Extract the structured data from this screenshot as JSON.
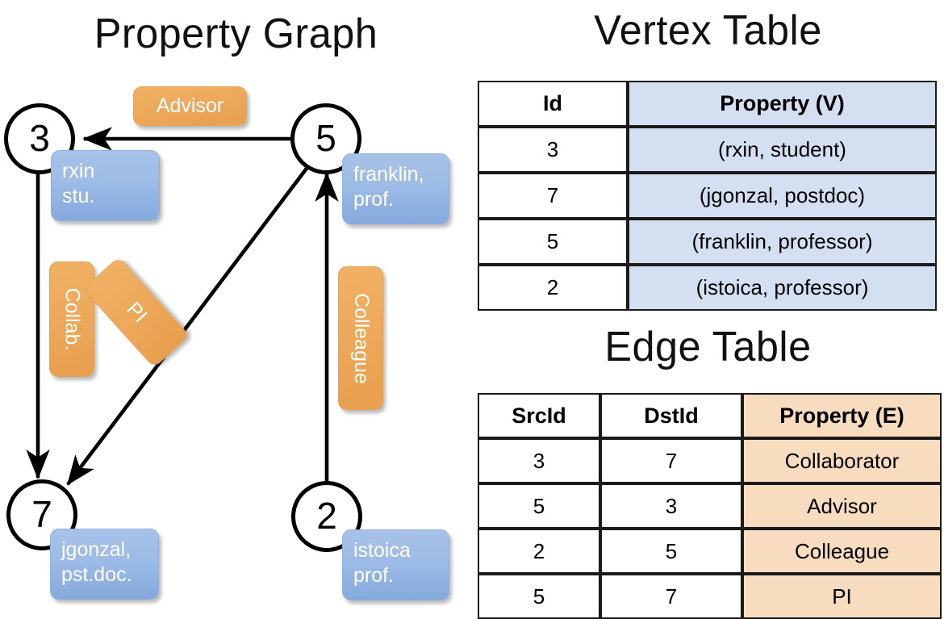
{
  "titles": {
    "property_graph": "Property Graph",
    "vertex_table": "Vertex Table",
    "edge_table": "Edge Table"
  },
  "graph": {
    "nodes": [
      {
        "id": "3",
        "property": "rxin\nstu."
      },
      {
        "id": "5",
        "property": "franklin,\nprof."
      },
      {
        "id": "7",
        "property": "jgonzal,\npst.doc."
      },
      {
        "id": "2",
        "property": "istoica\nprof."
      }
    ],
    "edge_labels": [
      {
        "name": "advisor",
        "text": "Advisor"
      },
      {
        "name": "collab",
        "text": "Collab."
      },
      {
        "name": "pi",
        "text": "PI"
      },
      {
        "name": "colleague",
        "text": "Colleague"
      }
    ]
  },
  "vertex_table": {
    "headers": [
      "Id",
      "Property (V)"
    ],
    "rows": [
      [
        "3",
        "(rxin, student)"
      ],
      [
        "7",
        "(jgonzal, postdoc)"
      ],
      [
        "5",
        "(franklin, professor)"
      ],
      [
        "2",
        "(istoica, professor)"
      ]
    ]
  },
  "edge_table": {
    "headers": [
      "SrcId",
      "DstId",
      "Property (E)"
    ],
    "rows": [
      [
        "3",
        "7",
        "Collaborator"
      ],
      [
        "5",
        "3",
        "Advisor"
      ],
      [
        "2",
        "5",
        "Colleague"
      ],
      [
        "5",
        "7",
        "PI"
      ]
    ]
  },
  "colors": {
    "vertex_box": "#9dbbe6",
    "edge_box": "#eeaa5c",
    "vertex_table_fill": "#d4e0f2",
    "edge_table_fill": "#f7dcc0",
    "stroke": "#000000"
  }
}
